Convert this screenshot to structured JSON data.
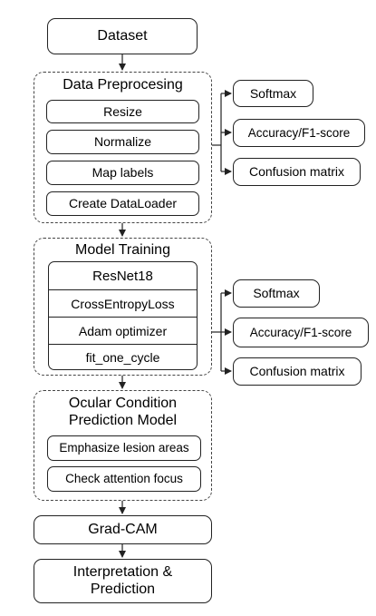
{
  "dataset": {
    "label": "Dataset"
  },
  "preprocessing": {
    "title": "Data Preprocesing",
    "steps": [
      "Resize",
      "Normalize",
      "Map labels",
      "Create DataLoader"
    ]
  },
  "outputs_top": [
    "Softmax",
    "Accuracy/F1-score",
    "Confusion matrix"
  ],
  "training": {
    "title": "Model Training",
    "steps": [
      "ResNet18",
      "CrossEntropyLoss",
      "Adam optimizer",
      "fit_one_cycle"
    ]
  },
  "outputs_bottom": [
    "Softmax",
    "Accuracy/F1-score",
    "Confusion matrix"
  ],
  "prediction_model": {
    "title_line1": "Ocular Condition",
    "title_line2": "Prediction Model",
    "steps": [
      "Emphasize lesion areas",
      "Check attention focus"
    ]
  },
  "gradcam": {
    "label": "Grad-CAM"
  },
  "interpretation": {
    "line1": "Interpretation &",
    "line2": "Prediction"
  }
}
